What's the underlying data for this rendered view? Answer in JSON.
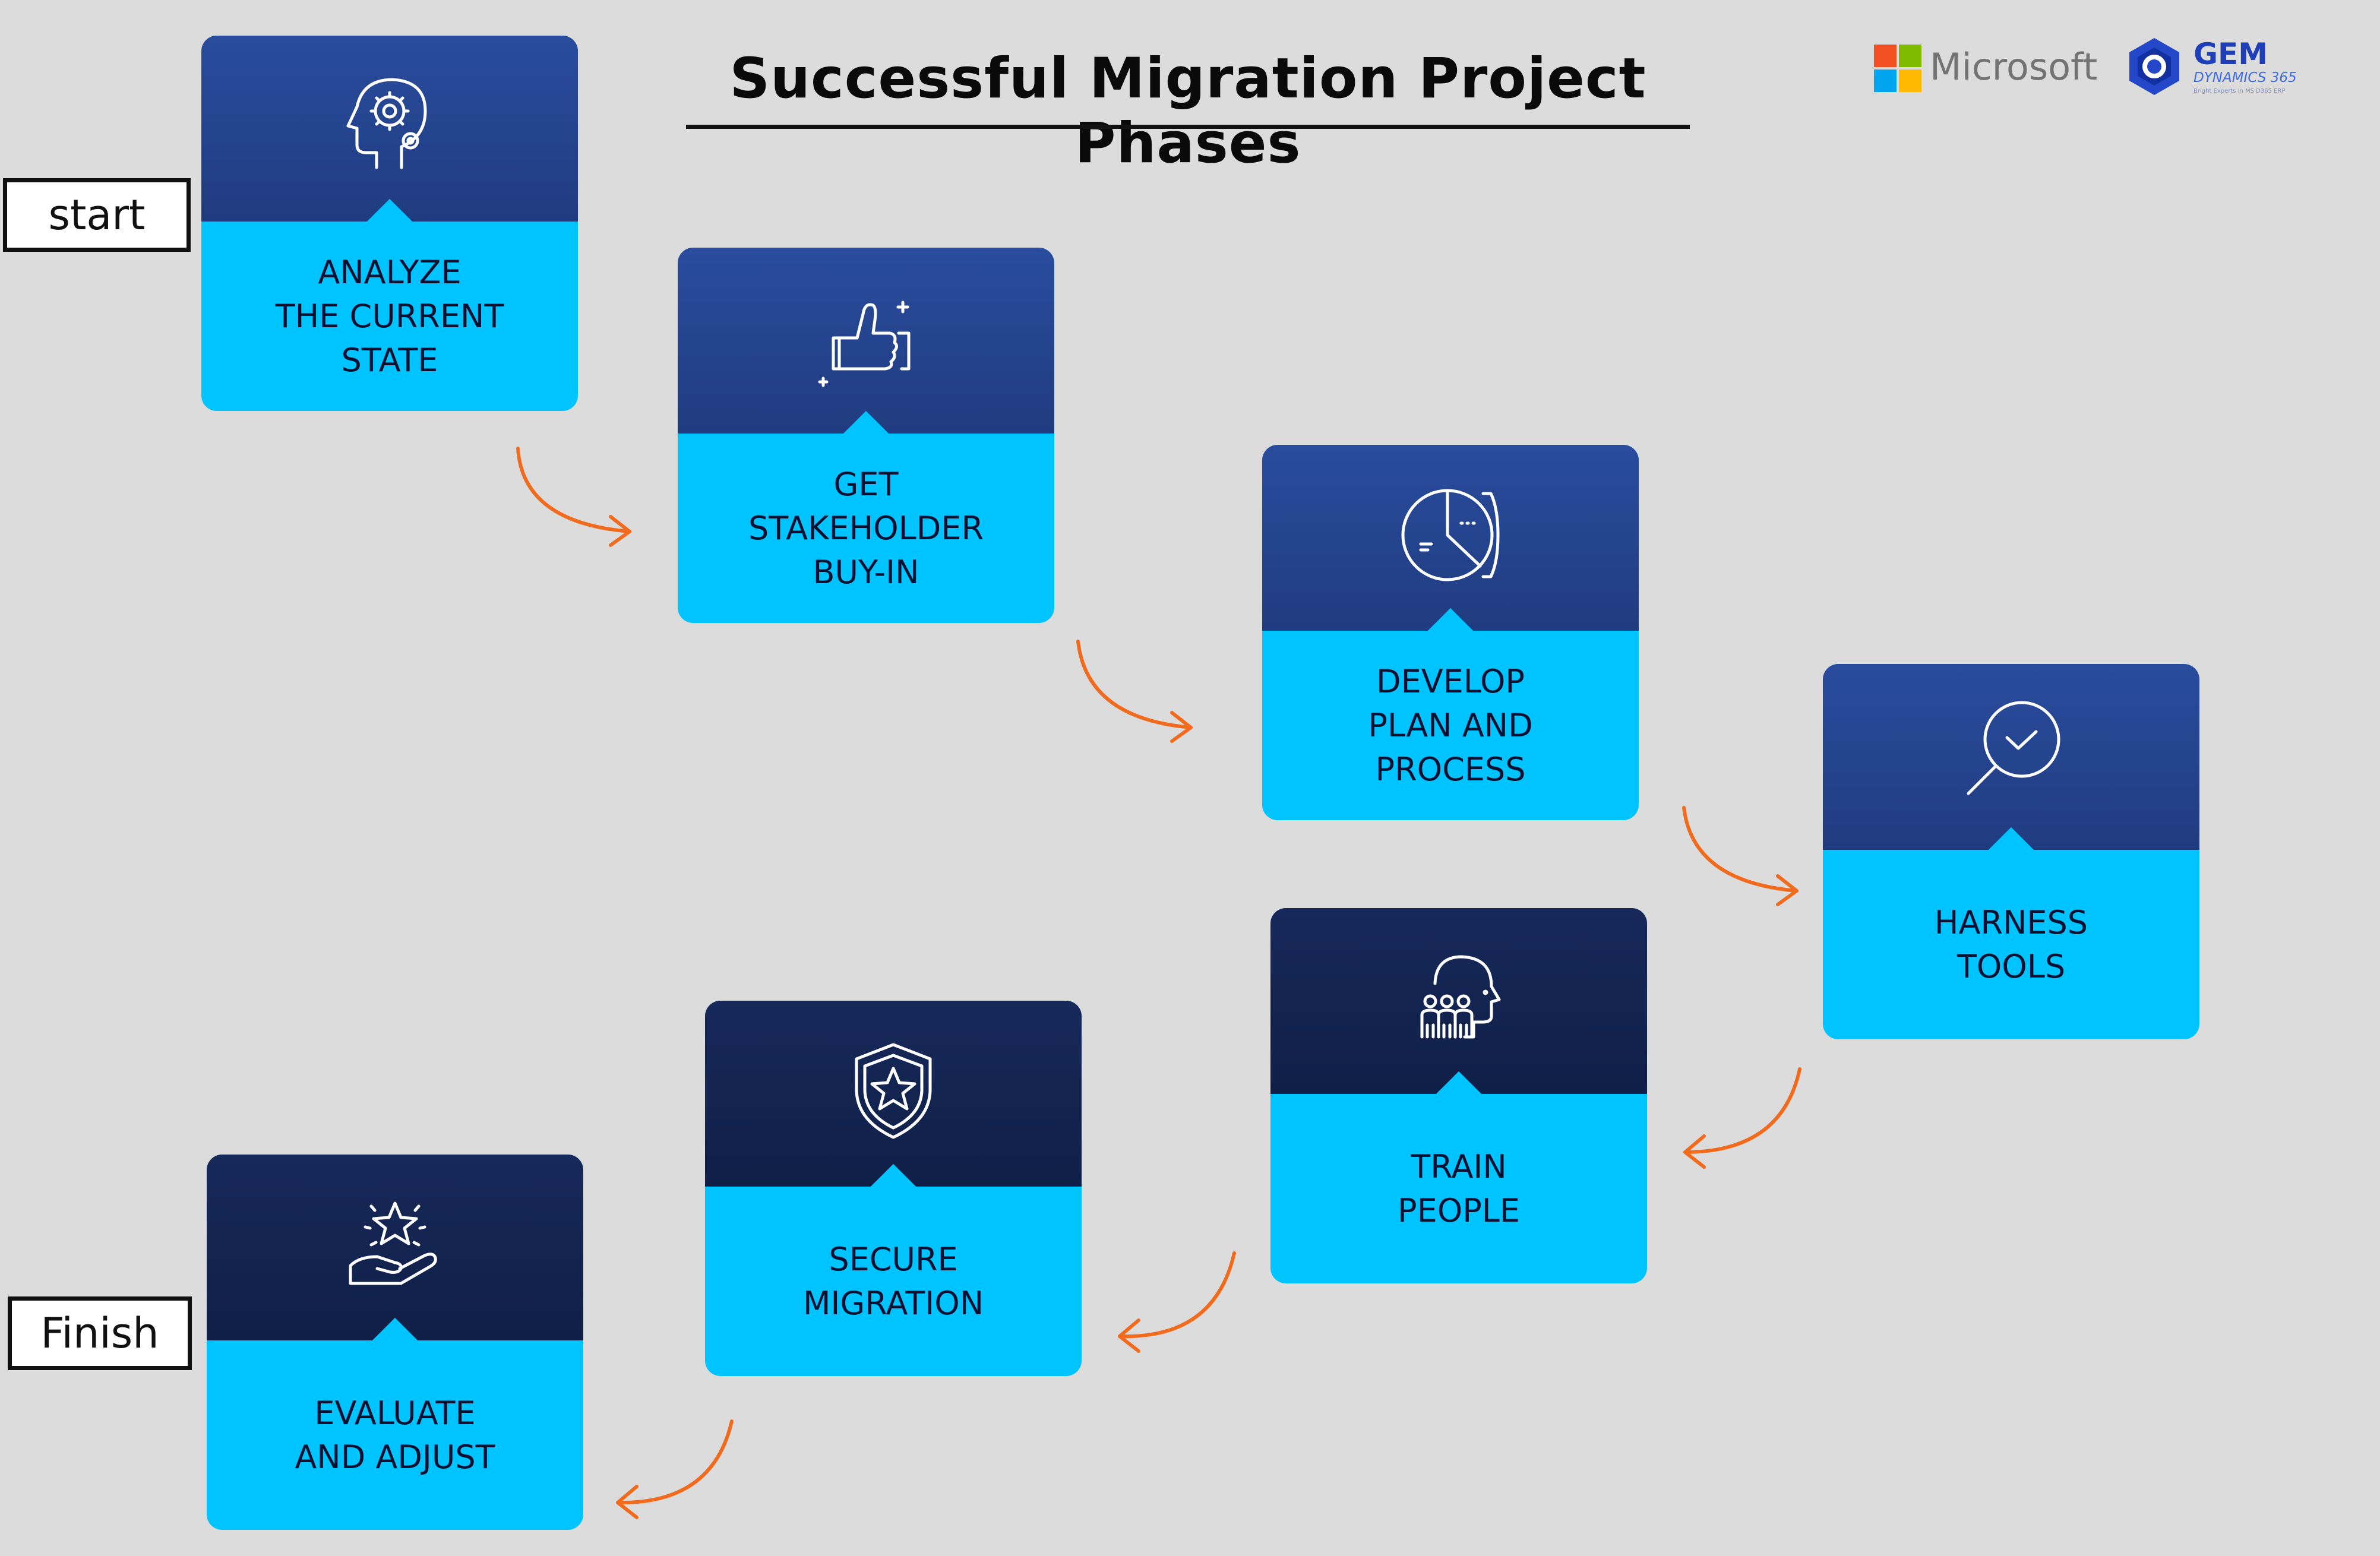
{
  "title": "Successful Migration Project Phases",
  "labels": {
    "start": "start",
    "finish": "Finish"
  },
  "brands": {
    "microsoft": {
      "name": "Microsoft",
      "colors": [
        "#f25022",
        "#7fba00",
        "#00a4ef",
        "#ffb900"
      ]
    },
    "gem": {
      "name": "GEM",
      "subtitle": "DYNAMICS 365",
      "tagline": "Bright Experts in MS D365 ERP"
    }
  },
  "steps": [
    {
      "id": "analyze",
      "label": "ANALYZE\nTHE CURRENT\nSTATE",
      "icon": "head-gear-icon"
    },
    {
      "id": "buyin",
      "label": "GET\nSTAKEHOLDER\nBUY-IN",
      "icon": "thumbs-up-icon"
    },
    {
      "id": "plan",
      "label": "DEVELOP\nPLAN AND\nPROCESS",
      "icon": "pie-chart-icon"
    },
    {
      "id": "tools",
      "label": "HARNESS\nTOOLS",
      "icon": "magnifier-check-icon"
    },
    {
      "id": "train",
      "label": "TRAIN\nPEOPLE",
      "icon": "head-people-icon"
    },
    {
      "id": "secure",
      "label": "SECURE\nMIGRATION",
      "icon": "shield-star-icon"
    },
    {
      "id": "evaluate",
      "label": "EVALUATE\nAND ADJUST",
      "icon": "hand-star-icon"
    }
  ],
  "colors": {
    "arrow": "#f26a1b",
    "card_light": "#00c4ff",
    "card_blue": "#2a4c9e",
    "card_navy": "#14244f"
  }
}
